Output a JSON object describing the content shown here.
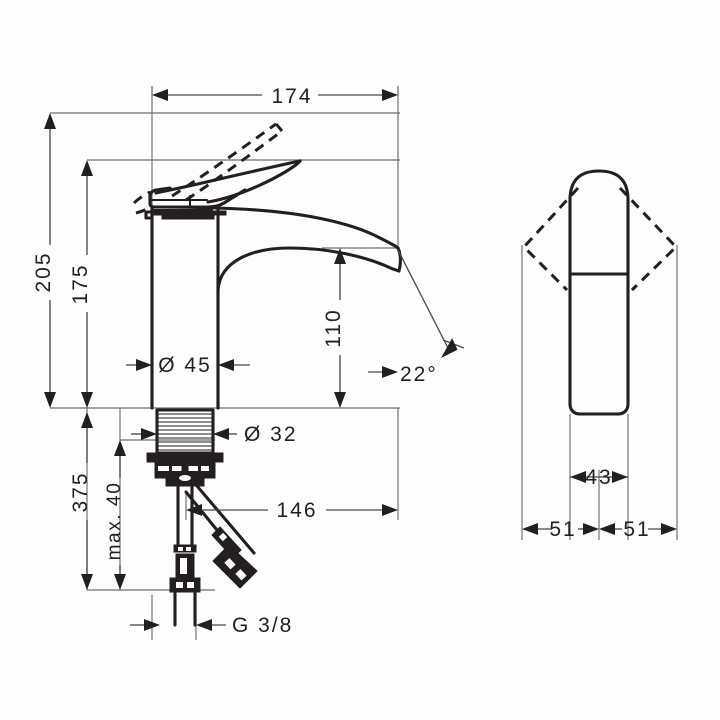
{
  "drawing": {
    "title": "Single-lever basin mixer dimensional drawing",
    "units": "mm",
    "line_color": "#231f20",
    "background_color": "#fdfdfd",
    "views": [
      {
        "name": "front-elevation",
        "position": "left"
      },
      {
        "name": "top-plan",
        "position": "right"
      }
    ]
  },
  "dimensions": {
    "overall_height": "205",
    "handle_height": "175",
    "spout_height": "110",
    "spout_reach": "174",
    "hose_reach": "146",
    "body_diameter": "Ø 45",
    "thread_diameter": "Ø 32",
    "install_depth": "375",
    "max_deck_thickness": "max. 40",
    "connection_thread": "G 3/8",
    "spout_angle": "22°",
    "plan_body_width": "43",
    "plan_left_swivel": "51",
    "plan_right_swivel": "51"
  },
  "labels": {
    "d205": "205",
    "d175": "175",
    "d110": "110",
    "d174": "174",
    "d146": "146",
    "d45": "Ø 45",
    "d32": "Ø 32",
    "d375": "375",
    "dmax40": "max. 40",
    "dG38": "G 3/8",
    "d22": "22°",
    "d43": "43",
    "d51a": "51",
    "d51b": "51"
  }
}
